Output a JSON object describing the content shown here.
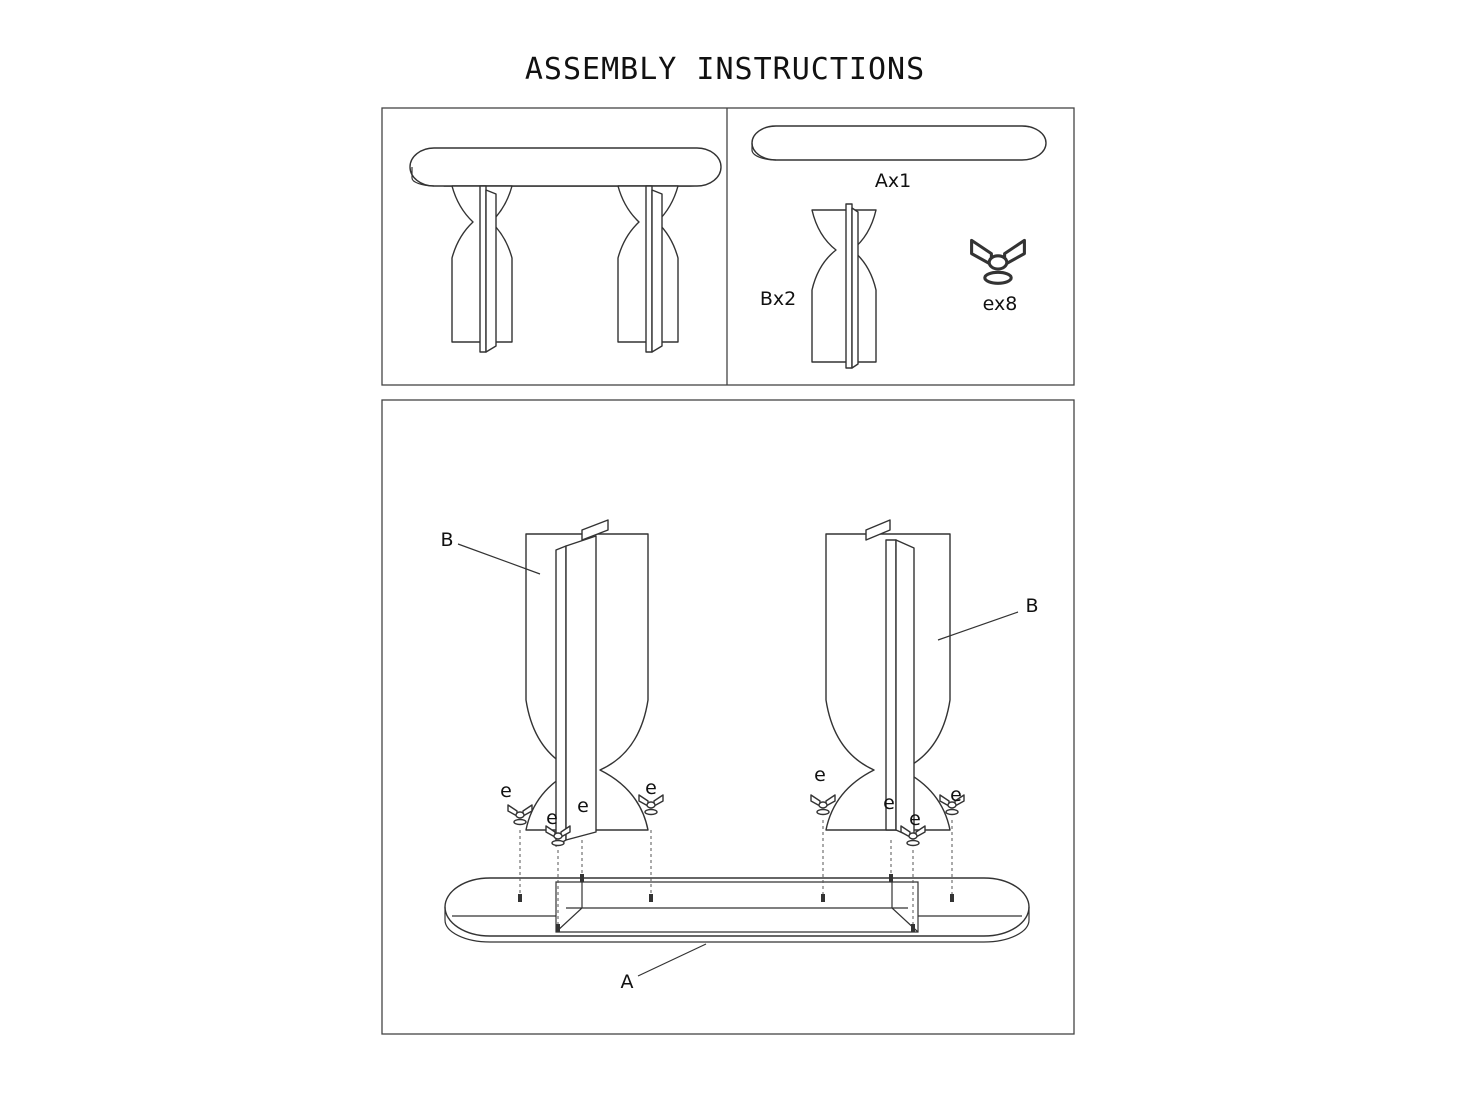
{
  "title": "ASSEMBLY INSTRUCTIONS",
  "parts": {
    "tabletop": "Ax1",
    "leg": "Bx2",
    "wing_nut": "ex8"
  },
  "callouts": {
    "leg_left": "B",
    "leg_right": "B",
    "tabletop": "A",
    "nut": "e"
  },
  "icons": {
    "table": "assembled-table-icon",
    "top": "tabletop-icon",
    "leg": "leg-icon",
    "nut": "wing-nut-icon"
  }
}
